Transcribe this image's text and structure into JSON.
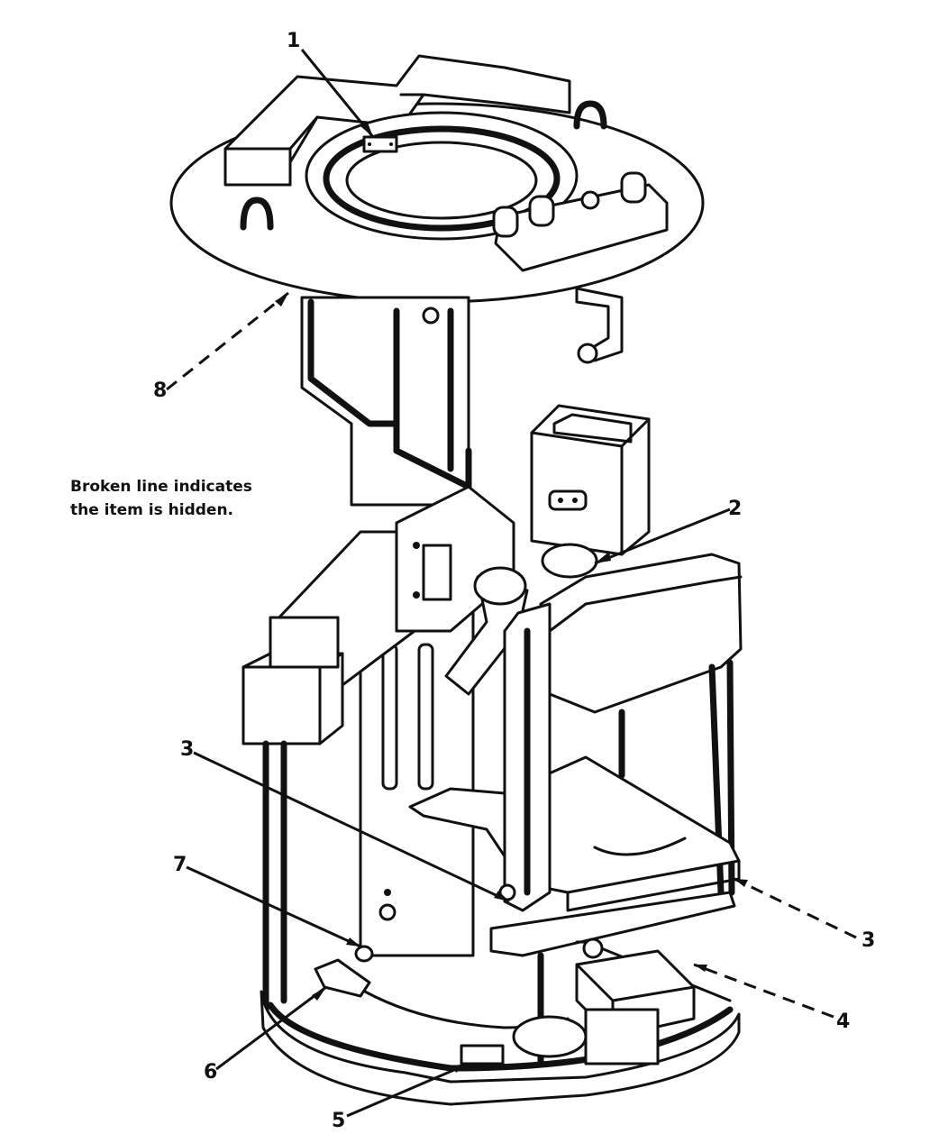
{
  "note": {
    "lines": [
      "Broken line indicates",
      "the item is hidden."
    ]
  },
  "callouts": [
    {
      "id": "c1",
      "label": "1",
      "hidden": false
    },
    {
      "id": "c2",
      "label": "2",
      "hidden": false
    },
    {
      "id": "c3a",
      "label": "3",
      "hidden": false
    },
    {
      "id": "c3b",
      "label": "3",
      "hidden": true
    },
    {
      "id": "c4",
      "label": "4",
      "hidden": true
    },
    {
      "id": "c5",
      "label": "5",
      "hidden": false
    },
    {
      "id": "c6",
      "label": "6",
      "hidden": false
    },
    {
      "id": "c7",
      "label": "7",
      "hidden": false
    },
    {
      "id": "c8",
      "label": "8",
      "hidden": true
    }
  ],
  "colors": {
    "ink": "#111111",
    "paper": "#ffffff"
  }
}
